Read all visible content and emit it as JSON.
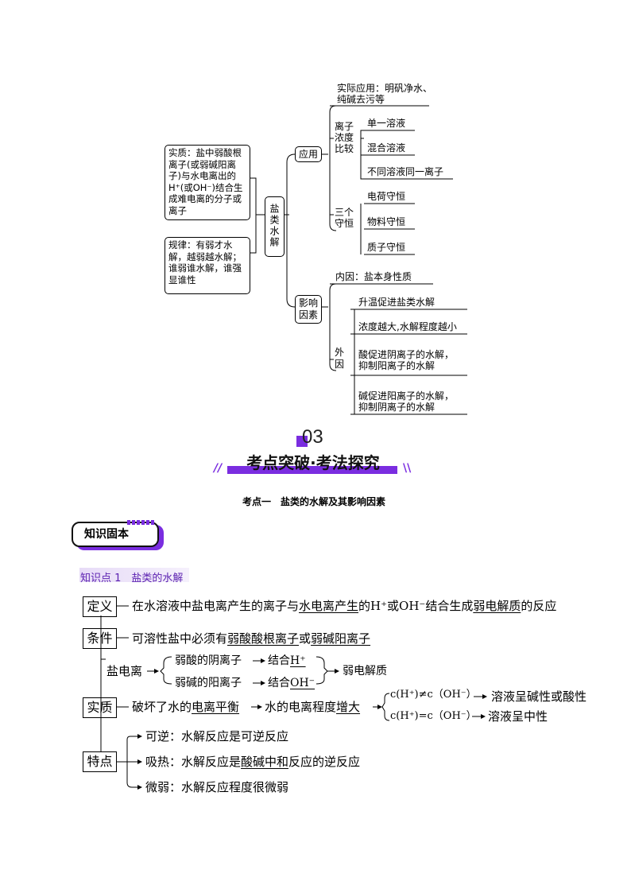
{
  "mindmap": {
    "center": "盐类水解",
    "left_boxes": [
      {
        "label": "实质：盐中弱酸根离子(或弱碱阳离子)与水电离出的H⁺(或OH⁻)结合生成难电离的分子或离子"
      },
      {
        "label": "规律：有弱才水解，越弱越水解；谁弱谁水解，谁强显谁性"
      }
    ],
    "branch_app": {
      "label": "应用",
      "practical": "实际应用：明矾净水、纯碱去污等",
      "compare_label": "离子浓度比较",
      "compare_items": [
        "单一溶液",
        "混合溶液",
        "不同溶液同一离子"
      ],
      "conserve_label": "三个守恒",
      "conserve_items": [
        "电荷守恒",
        "物料守恒",
        "质子守恒"
      ]
    },
    "branch_factor": {
      "label": "影响因素",
      "internal": "内因：盐本身性质",
      "external_label": "外因",
      "external_items": [
        "升温促进盐类水解",
        "浓度越大,水解程度越小",
        "酸促进阴离子的水解，抑制阳离子的水解",
        "碱促进阳离子的水解，抑制阴离子的水解"
      ]
    }
  },
  "section": {
    "number": "03",
    "title": "考点突破·考法探究",
    "left_deco": "//",
    "right_deco": "\\\\",
    "subtitle": "考点一　盐类的水解及其影响因素"
  },
  "badge": {
    "label": "知识固本"
  },
  "point": {
    "label": "知识点 1　盐类的水解"
  },
  "diagram": {
    "def": {
      "key": "定义",
      "t1": "在水溶液中盐电离产生的离子与",
      "t2": "水电离产生",
      "t3": "的H⁺或OH⁻结合生成",
      "t4": "弱电解质",
      "t5": "的反应"
    },
    "cond": {
      "key": "条件",
      "t1": "可溶性盐中必须有",
      "t2": "弱酸酸根离子",
      "t3": "或",
      "t4": "弱碱阳离子"
    },
    "ionize": {
      "label": "盐电离",
      "r1a": "弱酸的阴离子",
      "r1b": "结合",
      "r1c": "H⁺",
      "r2a": "弱碱的阳离子",
      "r2b": "结合",
      "r2c": "OH⁻",
      "result": "弱电解质"
    },
    "essence": {
      "key": "实质",
      "t1": "破坏了水的",
      "t2": "电离平衡",
      "t3": "水的电离程度",
      "t4": "增大",
      "c1a": "c(H⁺)≠c（OH⁻）",
      "c1b": "溶液呈碱性或酸性",
      "c2a": "c(H⁺)=c（OH⁻）",
      "c2b": "溶液呈中性"
    },
    "feature": {
      "key": "特点",
      "f1": "可逆：水解反应是可逆反应",
      "f2a": "吸热：水解反应是",
      "f2b": "酸碱中和",
      "f2c": "反应的逆反应",
      "f3": "微弱：水解反应程度很微弱"
    }
  },
  "colors": {
    "accent": "#7a2de0",
    "accent_light": "#c9a8f2",
    "underline_purple": "#7a2de0"
  }
}
